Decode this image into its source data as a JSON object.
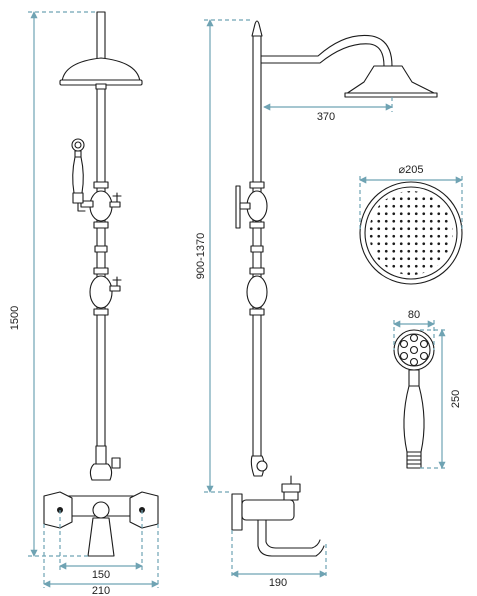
{
  "dimensions": {
    "total_height": "1500",
    "height_range": "900-1370",
    "arm_length": "370",
    "head_diameter": "⌀205",
    "hand_shower_width": "80",
    "hand_shower_length": "250",
    "outlet_spacing": "150",
    "mixer_width": "210",
    "spout_reach": "190"
  },
  "colors": {
    "dimension": "#6fa3b3",
    "outline": "#1c1c1c"
  }
}
